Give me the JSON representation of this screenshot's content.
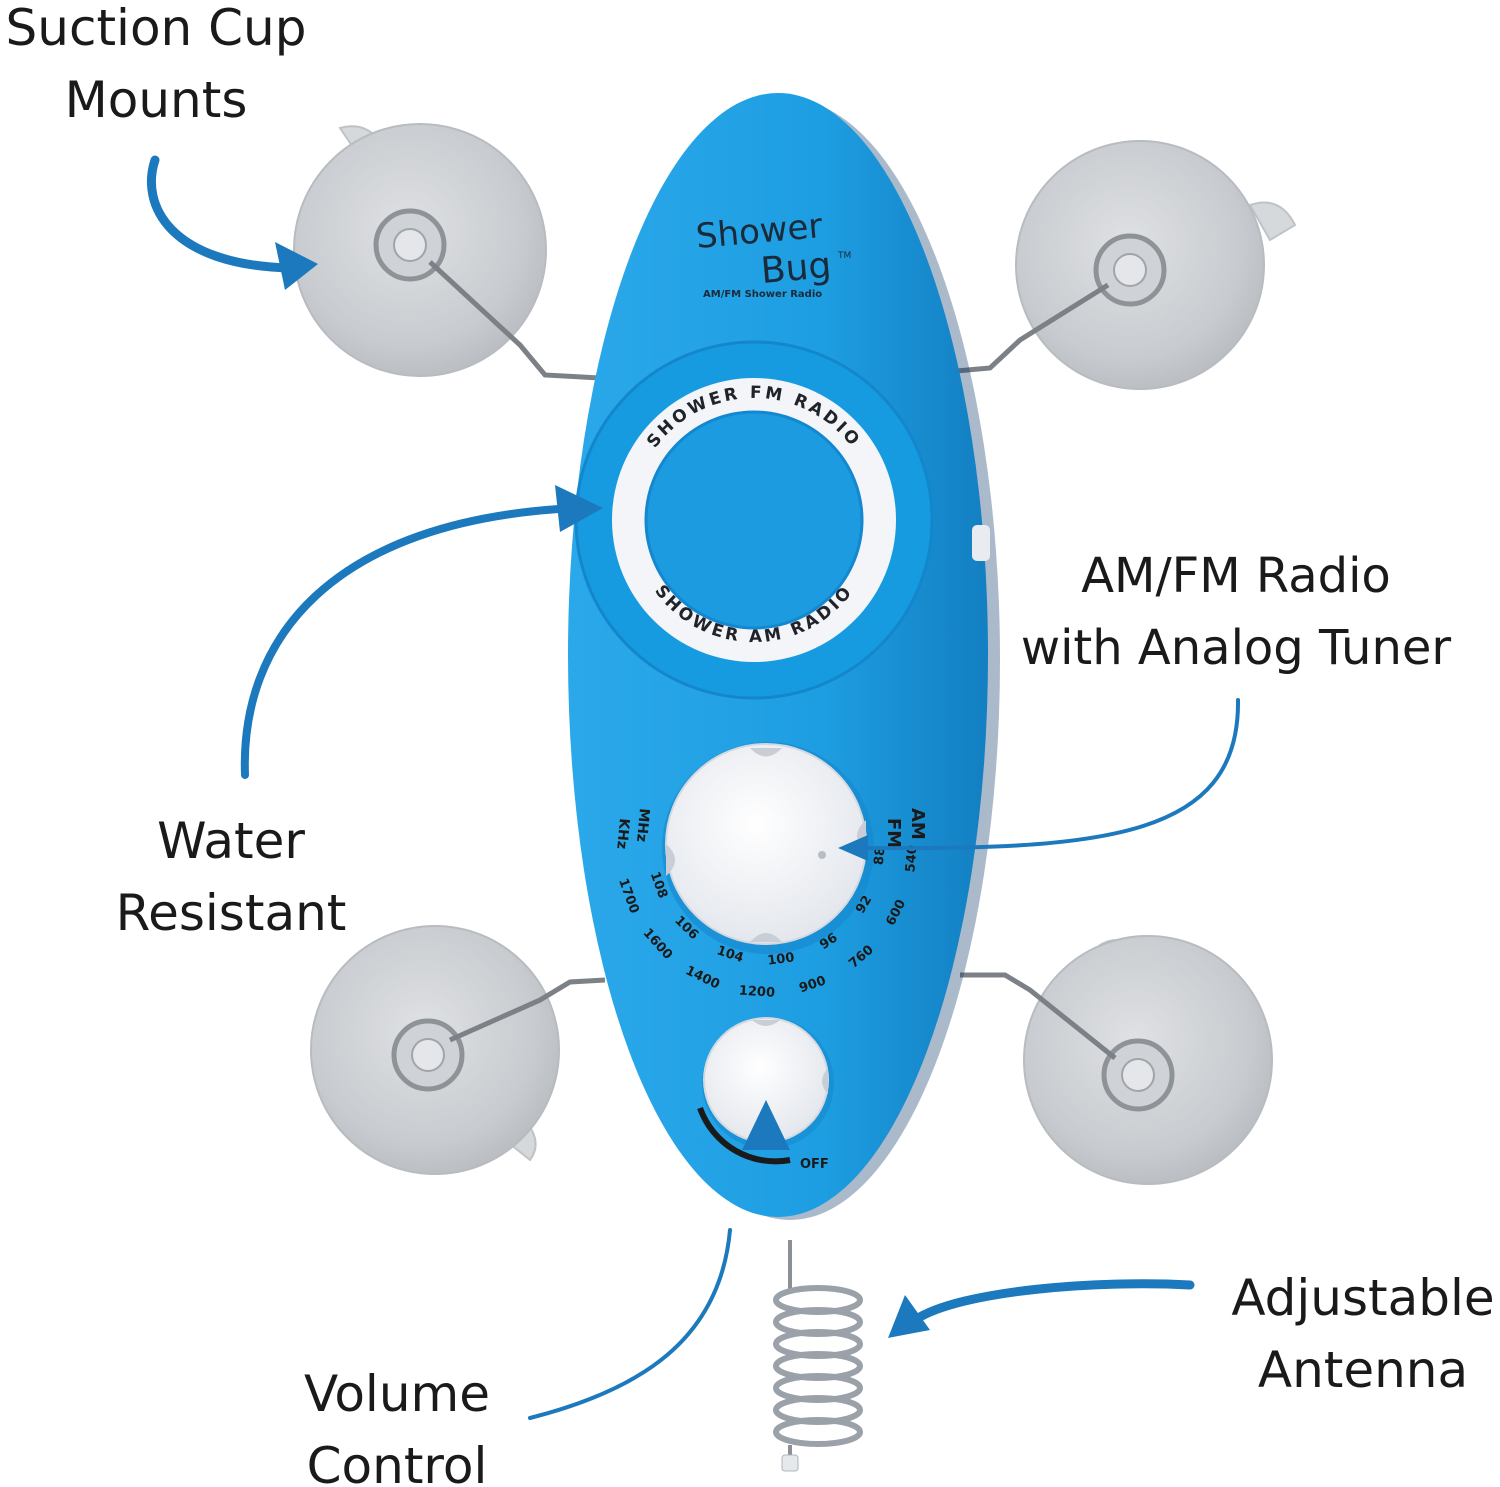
{
  "colors": {
    "body_blue": "#1e9ee2",
    "body_blue_dark": "#0f7fc4",
    "arrow_blue": "#1c79bd",
    "knob_white": "#eef0f4",
    "suction_grey": "#c9ccd0",
    "text_dark": "#1a1a1a"
  },
  "callouts": {
    "suction": {
      "line1": "Suction Cup",
      "line2": "Mounts"
    },
    "amfm": {
      "line1": "AM/FM Radio",
      "line2": "with Analog Tuner"
    },
    "water": {
      "line1": "Water",
      "line2": "Resistant"
    },
    "volume": {
      "line1": "Volume",
      "line2": "Control"
    },
    "antenna": {
      "line1": "Adjustable",
      "line2": "Antenna"
    }
  },
  "device": {
    "logo_line1": "Shower",
    "logo_line2": "Bug",
    "logo_tm": "TM",
    "logo_sub": "AM/FM Shower Radio",
    "ring_top": "SHOWER FM RADIO",
    "ring_bottom": "SHOWER AM RADIO",
    "fm_label": "FM",
    "am_label": "AM",
    "mhz_label": "MHz",
    "khz_label": "KHz",
    "fm_scale": [
      "88",
      "92",
      "96",
      "100",
      "104",
      "106",
      "108"
    ],
    "am_scale": [
      "540",
      "600",
      "760",
      "900",
      "1200",
      "1400",
      "1600",
      "1700"
    ],
    "off_label": "OFF"
  }
}
